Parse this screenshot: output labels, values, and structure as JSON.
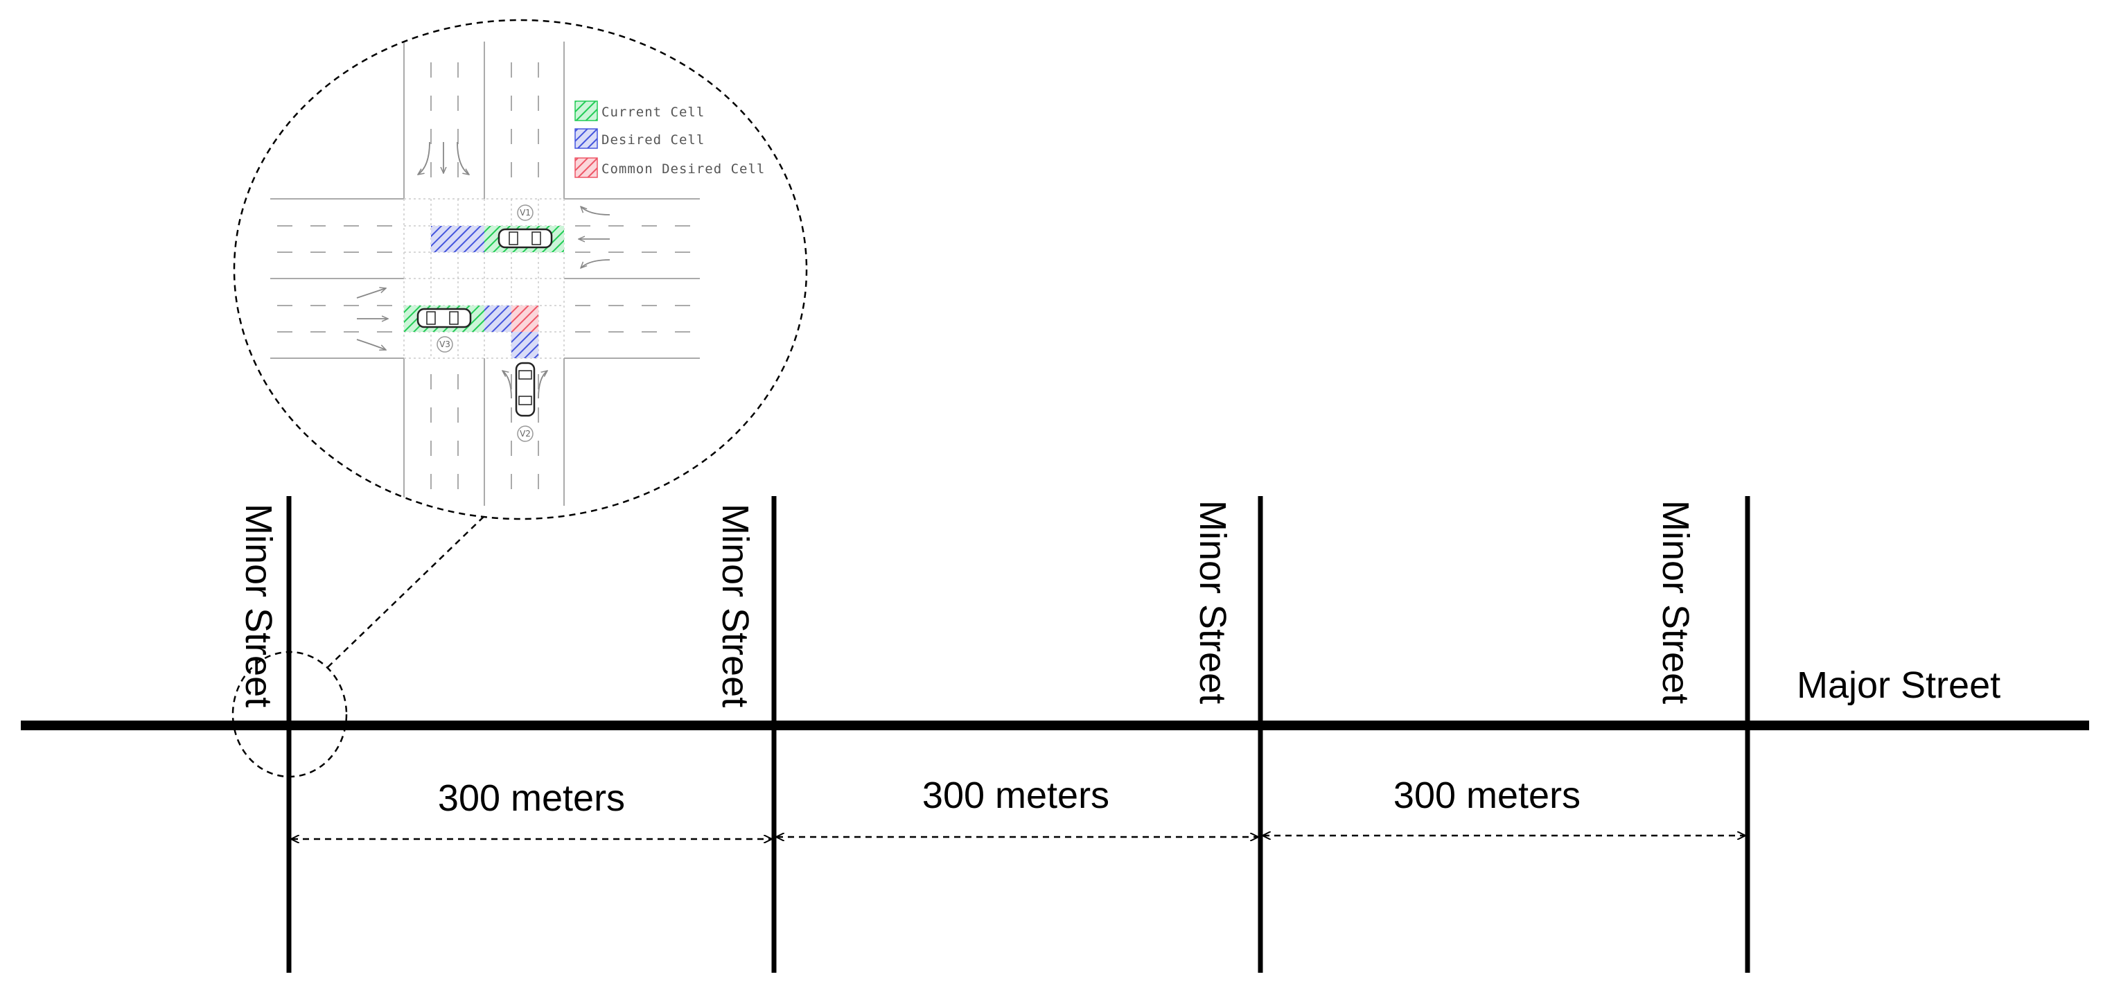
{
  "diagram": {
    "major_street": {
      "label": "Major Street"
    },
    "minor_streets": [
      {
        "label": "Minor Street"
      },
      {
        "label": "Minor Street"
      },
      {
        "label": "Minor Street"
      },
      {
        "label": "Minor Street"
      }
    ],
    "spacings": [
      {
        "label": "300 meters"
      },
      {
        "label": "300 meters"
      },
      {
        "label": "300 meters"
      }
    ],
    "inset": {
      "legend": [
        {
          "label": "Current Cell",
          "color": "#22cc55"
        },
        {
          "label": "Desired Cell",
          "color": "#4455dd"
        },
        {
          "label": "Common Desired Cell",
          "color": "#ee5566"
        }
      ],
      "vehicles": [
        {
          "label": "V1"
        },
        {
          "label": "V2"
        },
        {
          "label": "V3"
        }
      ]
    }
  },
  "colors": {
    "road_line": "#000000",
    "inset_line": "#888888",
    "current_cell": "#22cc55",
    "desired_cell": "#4455dd",
    "common_desired_cell": "#ee5566"
  }
}
